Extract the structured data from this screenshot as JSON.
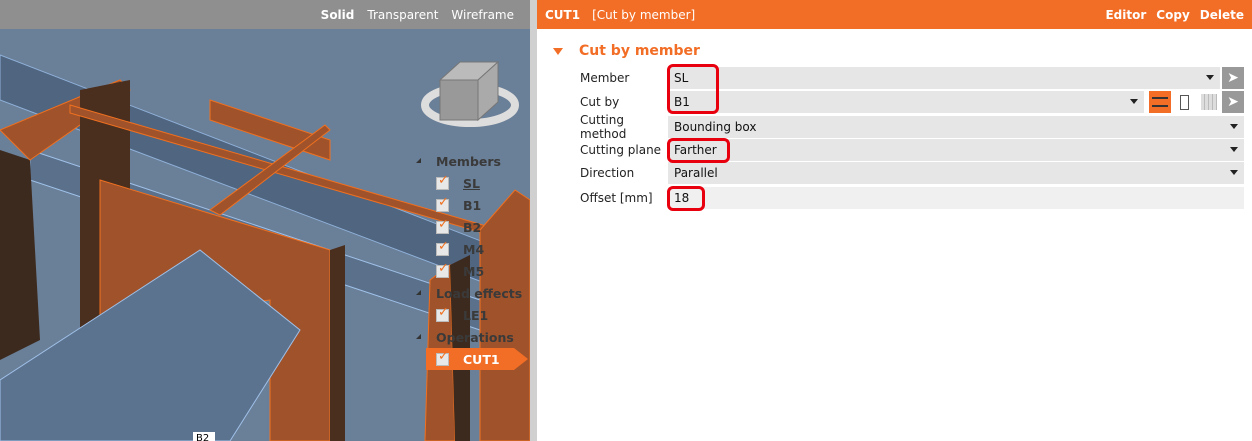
{
  "viewport": {
    "modes": [
      "Solid",
      "Transparent",
      "Wireframe"
    ],
    "active_mode": "Solid",
    "label_bottom": "B2"
  },
  "tree": {
    "groups": [
      {
        "label": "Members",
        "items": [
          "SL",
          "B1",
          "B2",
          "M4",
          "M5"
        ]
      },
      {
        "label": "Load effects",
        "items": [
          "LE1"
        ]
      },
      {
        "label": "Operations",
        "items": [
          "CUT1"
        ]
      }
    ]
  },
  "panel": {
    "title": "CUT1",
    "subtitle": "[Cut by member]",
    "actions": [
      "Editor",
      "Copy",
      "Delete"
    ],
    "section": "Cut by member",
    "fields": [
      {
        "label": "Member",
        "value": "SL"
      },
      {
        "label": "Cut by",
        "value": "B1"
      },
      {
        "label": "Cutting method",
        "value": "Bounding box"
      },
      {
        "label": "Cutting plane",
        "value": "Farther"
      },
      {
        "label": "Direction",
        "value": "Parallel"
      },
      {
        "label": "Offset [mm]",
        "value": "18"
      }
    ]
  },
  "colors": {
    "accent": "#f26d25",
    "highlight": "#e8000f",
    "steel": "#a0532a",
    "plate": "#5c7390"
  }
}
